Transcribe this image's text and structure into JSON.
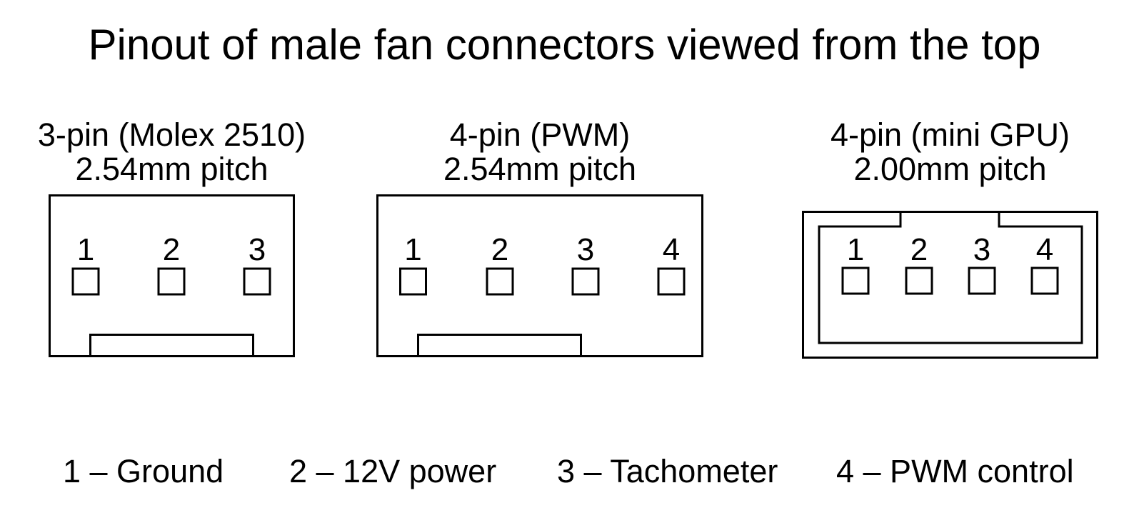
{
  "title": "Pinout of male fan connectors viewed from the top",
  "colors": {
    "ink": "#000000",
    "background": "#ffffff"
  },
  "connectors": [
    {
      "name": "3-pin (Molex 2510)",
      "pitch": "2.54mm pitch",
      "pins": [
        "1",
        "2",
        "3"
      ]
    },
    {
      "name": "4-pin (PWM)",
      "pitch": "2.54mm pitch",
      "pins": [
        "1",
        "2",
        "3",
        "4"
      ]
    },
    {
      "name": "4-pin (mini GPU)",
      "pitch": "2.00mm pitch",
      "pins": [
        "1",
        "2",
        "3",
        "4"
      ]
    }
  ],
  "legend": [
    "1 – Ground",
    "2 – 12V power",
    "3 – Tachometer",
    "4 – PWM control"
  ]
}
